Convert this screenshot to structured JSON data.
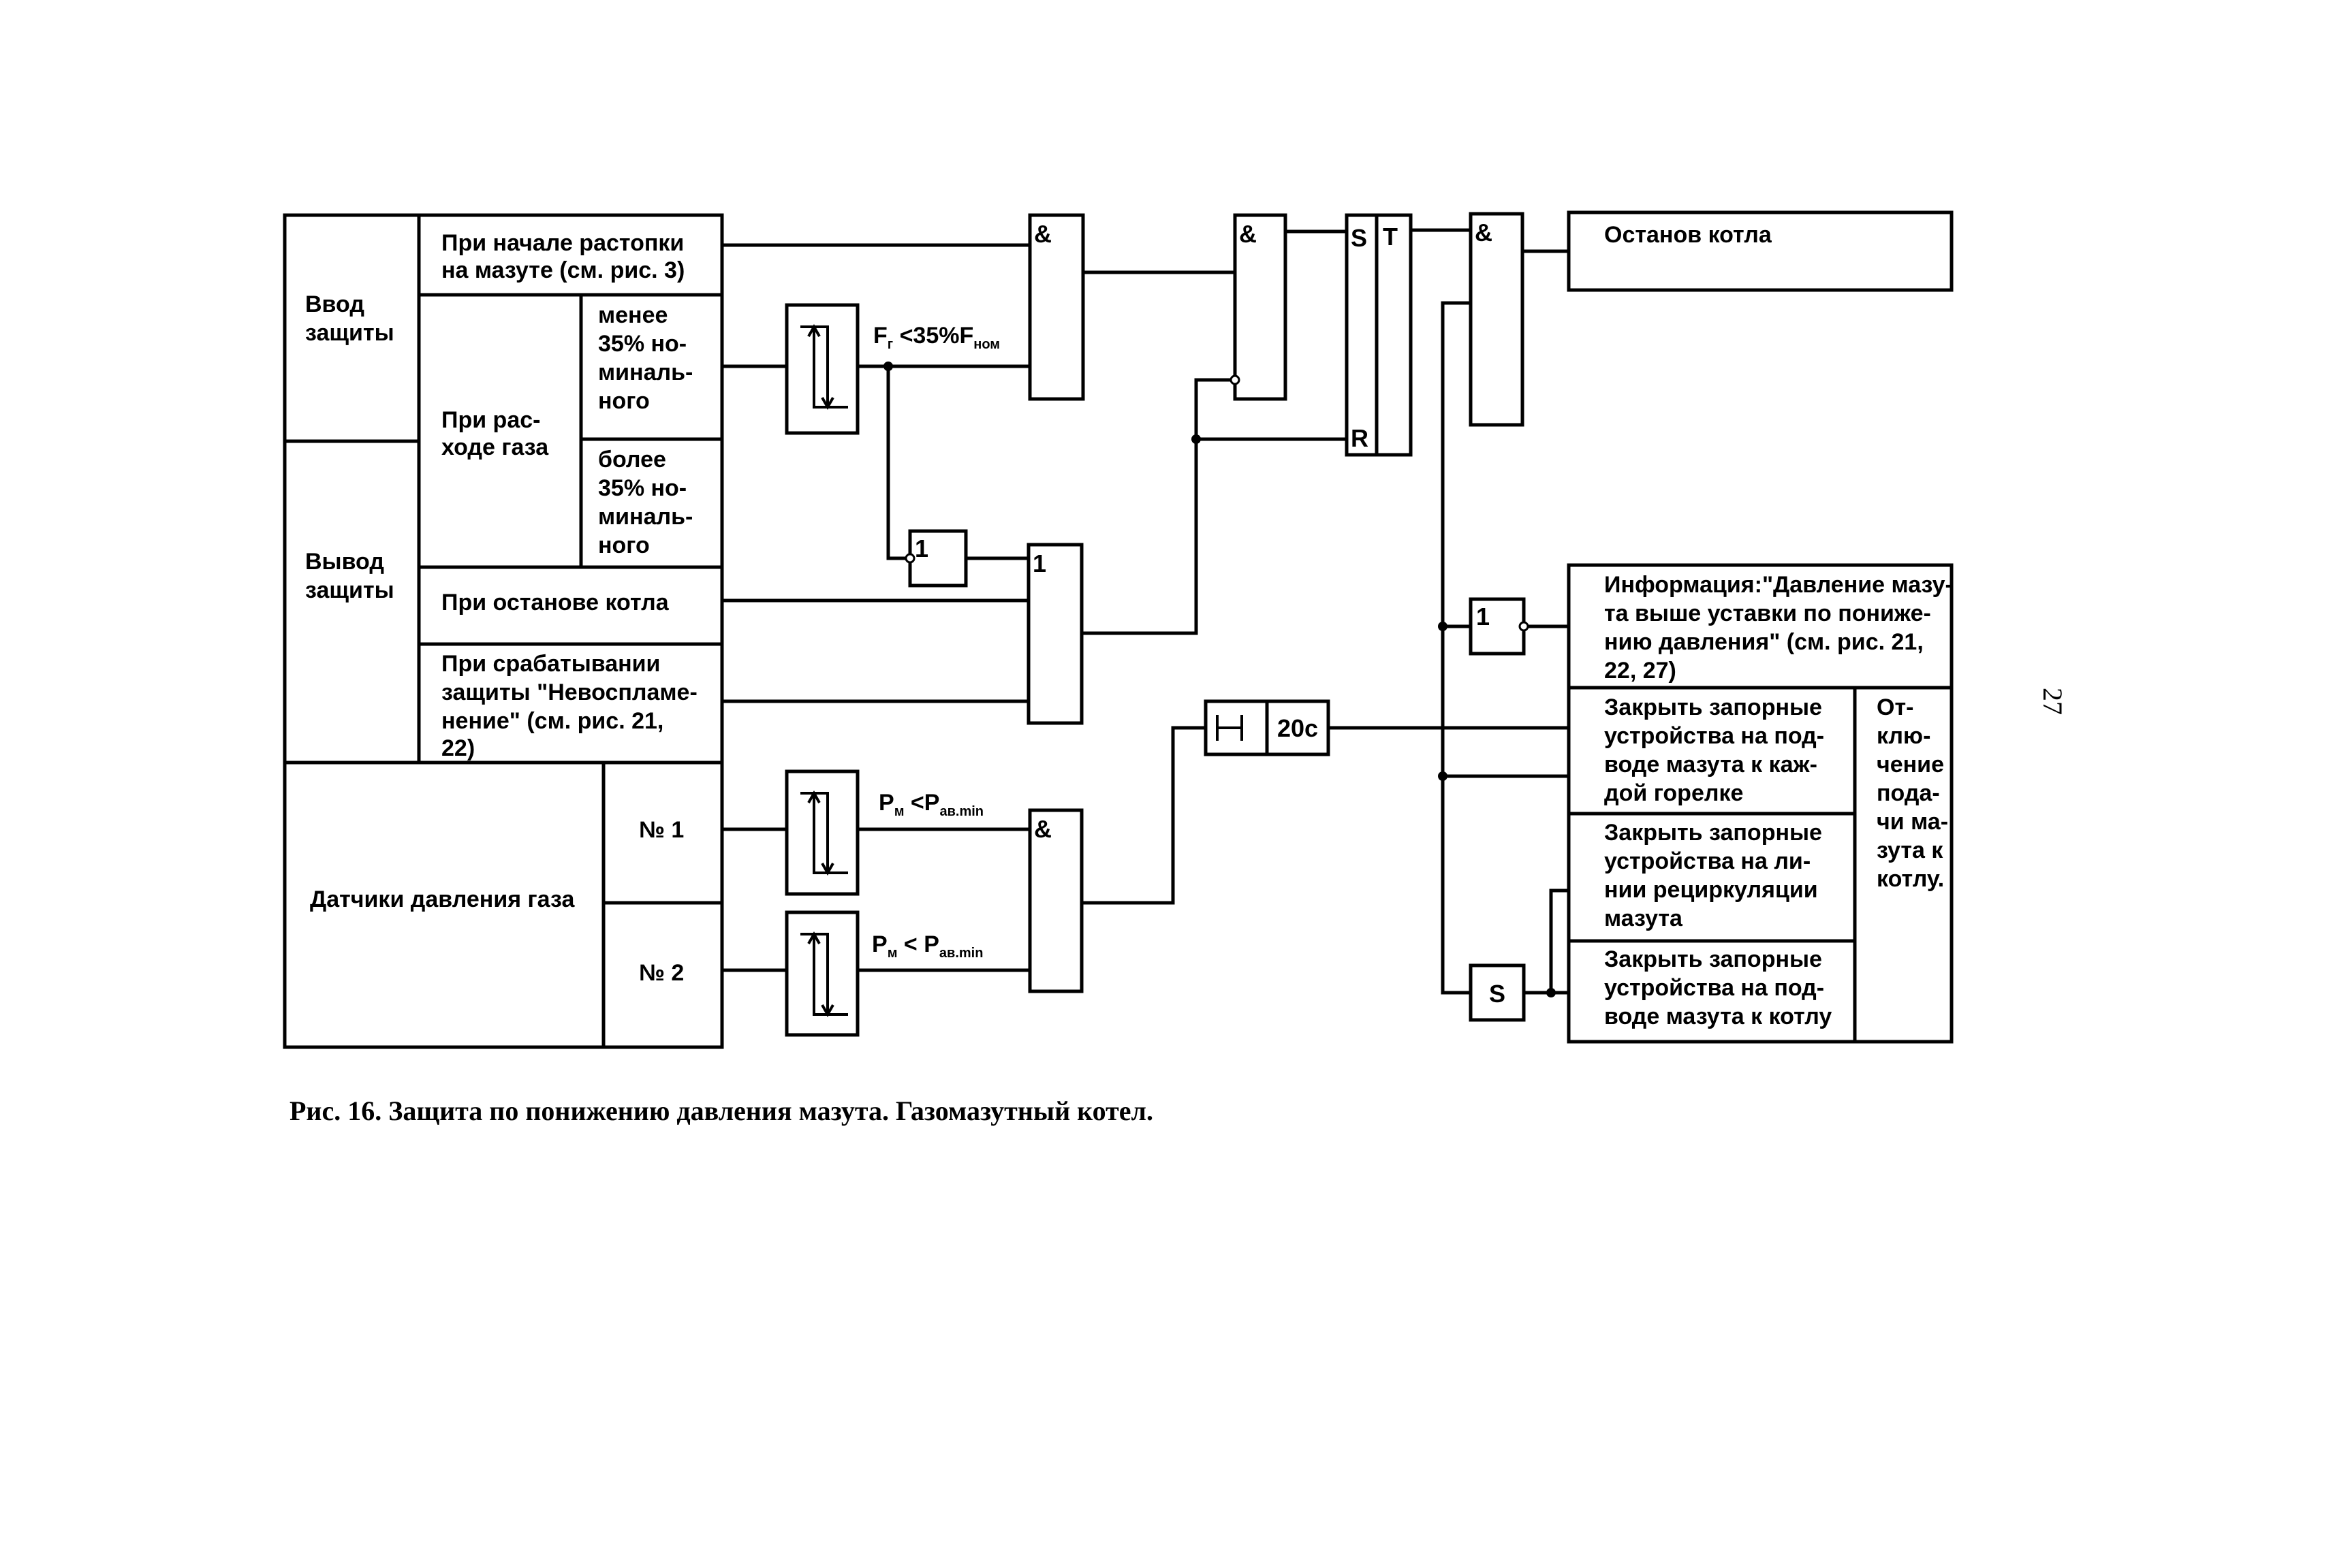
{
  "page_number": "27",
  "caption": "Рис. 16. Защита по понижению давления мазута. Газомазутный котел.",
  "left_table": {
    "input_protection": [
      "Ввод",
      "защиты"
    ],
    "output_protection": [
      "Вывод",
      "защиты"
    ],
    "start_on_fuel_oil": [
      "При начале растопки",
      "на мазуте (см. рис. 3)"
    ],
    "gas_flow": [
      "При рас-",
      "ходе газа"
    ],
    "less_35": [
      "менее",
      "35% но-",
      "миналь-",
      "ного"
    ],
    "more_35": [
      "более",
      "35% но-",
      "миналь-",
      "ного"
    ],
    "boiler_stop": "При останове котла",
    "flame_failure": [
      "При срабатывании",
      "защиты \"Невоспламе-",
      "нение\" (см. рис. 21,",
      "22)"
    ],
    "gas_pressure_sensors": "Датчики давления газа",
    "sensor_1": "№ 1",
    "sensor_2": "№ 2"
  },
  "signals": {
    "gas_flow_condition": {
      "main": "F",
      "sub1": "г",
      "rest": " <35%F",
      "sub2": "ном"
    },
    "pressure_1": {
      "main": "P",
      "sub1": "м",
      "rest": " <P",
      "sub2": "ав.min"
    },
    "pressure_2": {
      "main": "P",
      "sub1": "м",
      "rest": " < P",
      "sub2": "ав.min"
    }
  },
  "gates": {
    "and": "&",
    "or": "1",
    "not": "1",
    "set": "S",
    "reset": "R",
    "trigger": "T",
    "delay_value": "20c",
    "signal_s": "S"
  },
  "outputs": {
    "boiler_stop": "Останов котла",
    "info": [
      "Информация:\"Давление мазу-",
      "та выше уставки по пониже-",
      "нию давления\" (см. рис. 21,",
      "22, 27)"
    ],
    "close_each_burner": [
      "Закрыть запорные",
      "устройства на под-",
      "воде мазута к каж-",
      "дой горелке"
    ],
    "close_recirculation": [
      "Закрыть запорные",
      "устройства на ли-",
      "нии рециркуляции",
      "мазута"
    ],
    "close_boiler_supply": [
      "Закрыть запорные",
      "устройства на под-",
      "воде мазута к котлу"
    ],
    "fuel_oil_cutoff": [
      "От-",
      "клю-",
      "чение",
      "пода-",
      "чи ма-",
      "зута к",
      "котлу."
    ]
  }
}
